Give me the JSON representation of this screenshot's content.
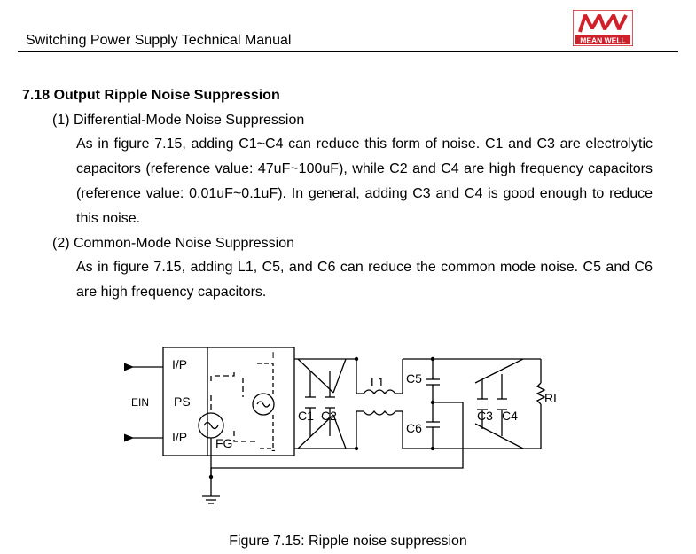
{
  "header": {
    "title": "Switching Power Supply Technical Manual",
    "logo_text": "MEAN WELL",
    "brand_color": "#d0202a"
  },
  "section": {
    "heading": "7.18 Output Ripple Noise Suppression",
    "items": [
      {
        "heading": "(1) Differential-Mode Noise Suppression",
        "body": "As in figure 7.15, adding C1~C4 can reduce this form of noise. C1 and C3 are electrolytic capacitors (reference value: 47uF~100uF), while C2 and C4 are high frequency capacitors (reference value: 0.01uF~0.1uF). In general, adding C3 and C4 is good enough to reduce this noise."
      },
      {
        "heading": "(2) Common-Mode Noise Suppression",
        "body": "As in figure 7.15, adding L1, C5, and C6 can reduce the common mode noise. C5 and C6 are high frequency capacitors."
      }
    ]
  },
  "figure": {
    "labels": {
      "ip_top": "I/P",
      "ps": "PS",
      "ip_bottom": "I/P",
      "ein": "EIN",
      "fg": "FG",
      "plus": "+",
      "minus": "-",
      "c1": "C1",
      "c2": "C2",
      "l1": "L1",
      "c5": "C5",
      "c6": "C6",
      "c3": "C3",
      "c4": "C4",
      "rl": "RL"
    },
    "caption": "Figure 7.15: Ripple noise suppression"
  }
}
